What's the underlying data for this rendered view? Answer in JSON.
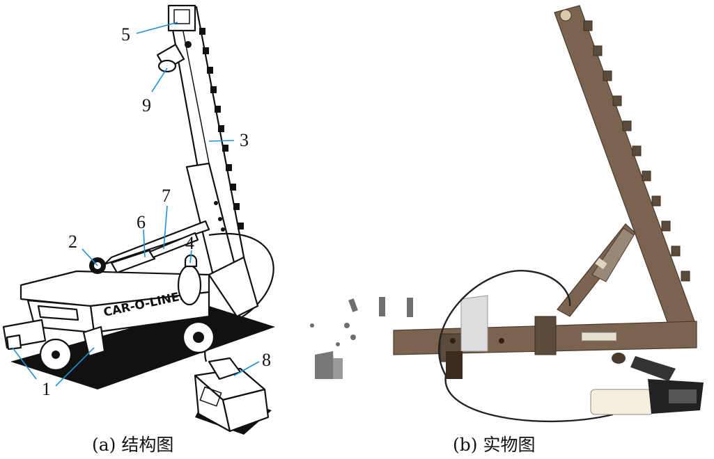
{
  "figure": {
    "left_panel": {
      "caption": "(a) 结构图",
      "callouts": [
        {
          "id": "c1",
          "label": "1"
        },
        {
          "id": "c2",
          "label": "2"
        },
        {
          "id": "c3",
          "label": "3"
        },
        {
          "id": "c4",
          "label": "4"
        },
        {
          "id": "c5",
          "label": "5"
        },
        {
          "id": "c6",
          "label": "6"
        },
        {
          "id": "c7",
          "label": "7"
        },
        {
          "id": "c8",
          "label": "8"
        },
        {
          "id": "c9",
          "label": "9"
        }
      ],
      "base_brand_text": "CAR-O-LINER"
    },
    "right_panel": {
      "caption": "(b) 实物图"
    },
    "colors": {
      "leader_line": "#1e8fd6",
      "ink": "#111111",
      "steel": "#7a6450"
    }
  }
}
